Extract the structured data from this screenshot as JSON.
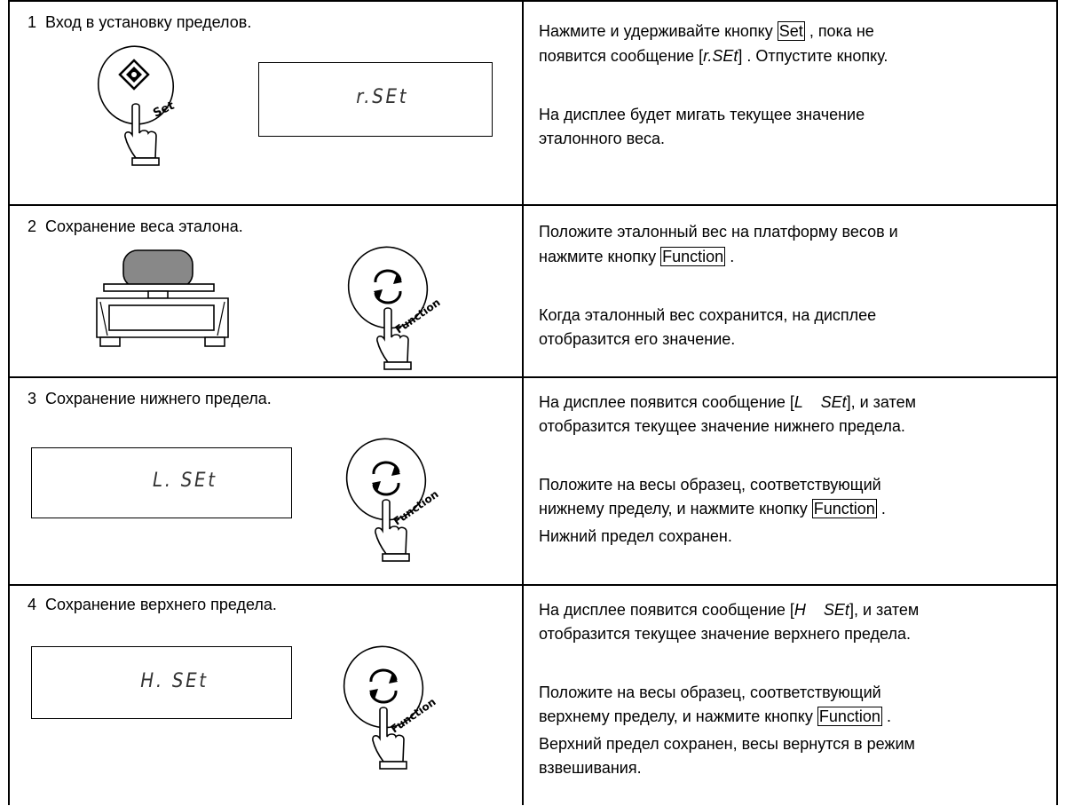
{
  "steps": [
    {
      "number": "1",
      "title": "Вход в установку пределов.",
      "display_text": "r.SEt",
      "button_label": "Set",
      "instructions": {
        "p1_before": "Нажмите и удерживайте кнопку",
        "p1_button": "Set",
        "p1_after": ", пока не",
        "p1_line2_before": "появится сообщение [",
        "p1_line2_italic": "r.SEt",
        "p1_line2_after": "] . Отпустите кнопку.",
        "p2_line1": "На дисплее будет мигать текущее значение",
        "p2_line2": "эталонного веса."
      }
    },
    {
      "number": "2",
      "title": "Сохранение веса эталона.",
      "button_label": "Function",
      "instructions": {
        "p1_line1": "Положите эталонный вес на платформу весов и",
        "p1_line2_before": "нажмите кнопку",
        "p1_button": "Function",
        "p1_line2_after": ".",
        "p2_line1": "Когда эталонный вес сохранится, на дисплее",
        "p2_line2": "отобразится его значение."
      }
    },
    {
      "number": "3",
      "title": "Сохранение нижнего предела.",
      "display_text": "L. SEt",
      "button_label": "Function",
      "instructions": {
        "p1_line1_before": "На дисплее появится сообщение [",
        "p1_line1_italic": "L    SEt",
        "p1_line1_after": "], и затем",
        "p1_line2": "отобразится текущее значение нижнего предела.",
        "p2_line1": "Положите на весы образец, соответствующий",
        "p2_line2_before": "нижнему пределу, и нажмите кнопку",
        "p2_button": "Function",
        "p2_line2_after": ".",
        "p3_line1": "Нижний предел сохранен."
      }
    },
    {
      "number": "4",
      "title": "Сохранение верхнего предела.",
      "display_text": "H. SEt",
      "button_label": "Function",
      "instructions": {
        "p1_line1_before": "На дисплее появится сообщение [",
        "p1_line1_italic": "H    SEt",
        "p1_line1_after": "], и затем",
        "p1_line2": "отобразится текущее значение верхнего предела.",
        "p2_line1": "Положите на весы образец, соответствующий",
        "p2_line2_before": "верхнему пределу, и нажмите кнопку",
        "p2_button": "Function",
        "p2_line2_after": ".",
        "p3_line1": "Верхний предел сохранен, весы вернутся в режим",
        "p3_line2": "взвешивания."
      }
    }
  ]
}
